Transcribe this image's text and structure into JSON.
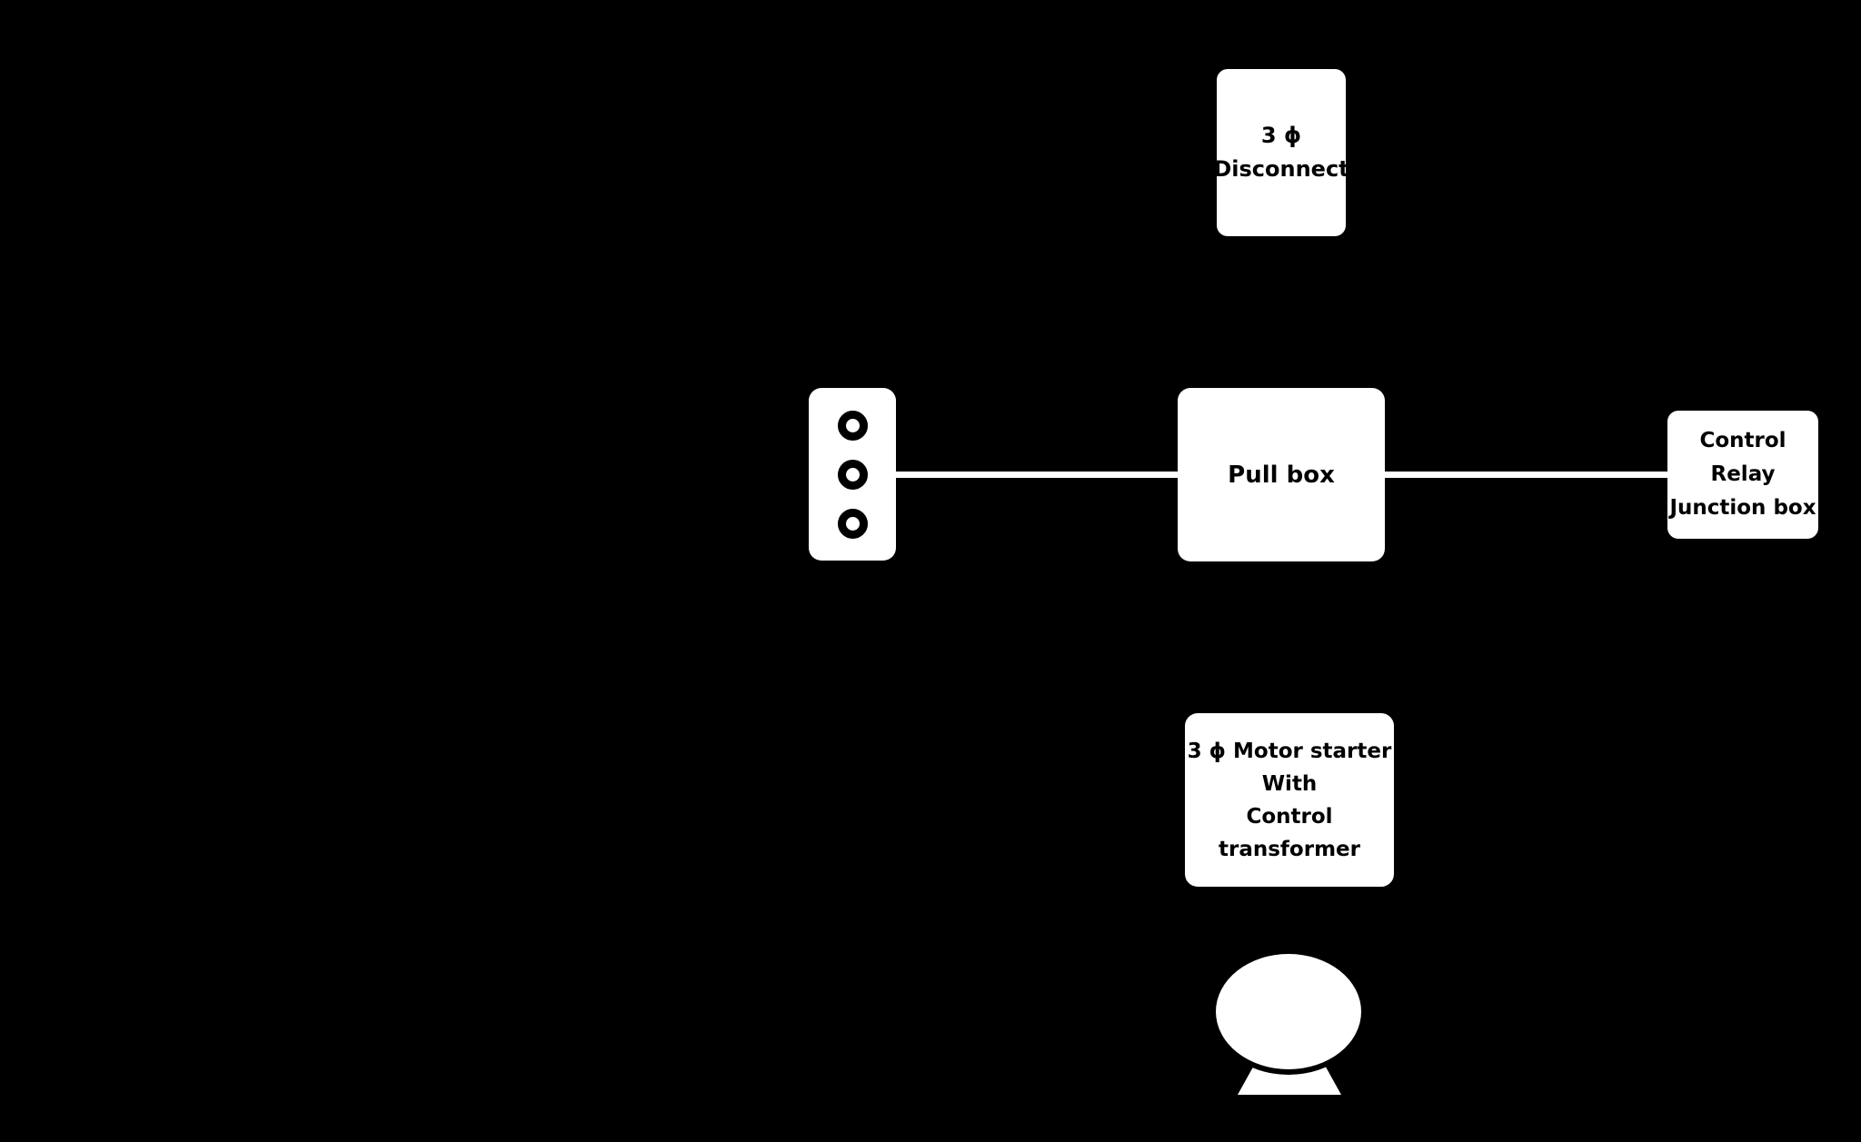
{
  "colors": {
    "background": "#000000",
    "node_fill": "#ffffff",
    "node_text": "#000000",
    "wire": "#ffffff"
  },
  "nodes": {
    "disconnect": {
      "lines": [
        "3 ϕ",
        "Disconnect"
      ]
    },
    "conduit_connector": {
      "terminal_count": "3"
    },
    "pull_box": {
      "label": "Pull box"
    },
    "control_relay_junction": {
      "lines": [
        "Control",
        "Relay",
        "Junction box"
      ]
    },
    "motor_starter": {
      "lines": [
        "3 ϕ Motor starter",
        "With",
        "Control",
        "transformer"
      ]
    },
    "motor": {
      "symbol": "motor"
    }
  }
}
